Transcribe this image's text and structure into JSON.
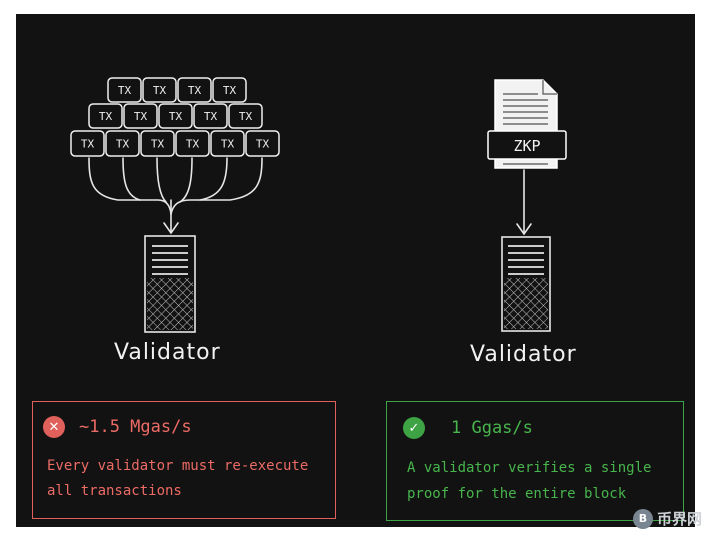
{
  "left": {
    "tx_rows": [
      [
        "TX",
        "TX",
        "TX",
        "TX"
      ],
      [
        "TX",
        "TX",
        "TX",
        "TX",
        "TX"
      ],
      [
        "TX",
        "TX",
        "TX",
        "TX",
        "TX",
        "TX"
      ]
    ],
    "validator_label": "Validator"
  },
  "right": {
    "proof_label": "ZKP",
    "validator_label": "Validator"
  },
  "panels": {
    "red": {
      "icon": "x-icon",
      "icon_glyph": "✕",
      "title": "~1.5 Mgas/s",
      "line1": "Every validator must re-execute",
      "line2": "all transactions",
      "color": "#e0605b"
    },
    "green": {
      "icon": "check-icon",
      "icon_glyph": "✓",
      "title": "1 Ggas/s",
      "line1": "A validator verifies a single",
      "line2": "proof for the entire block",
      "color": "#3ea344"
    }
  },
  "watermark": {
    "logo_glyph": "B",
    "text": "币界网"
  }
}
